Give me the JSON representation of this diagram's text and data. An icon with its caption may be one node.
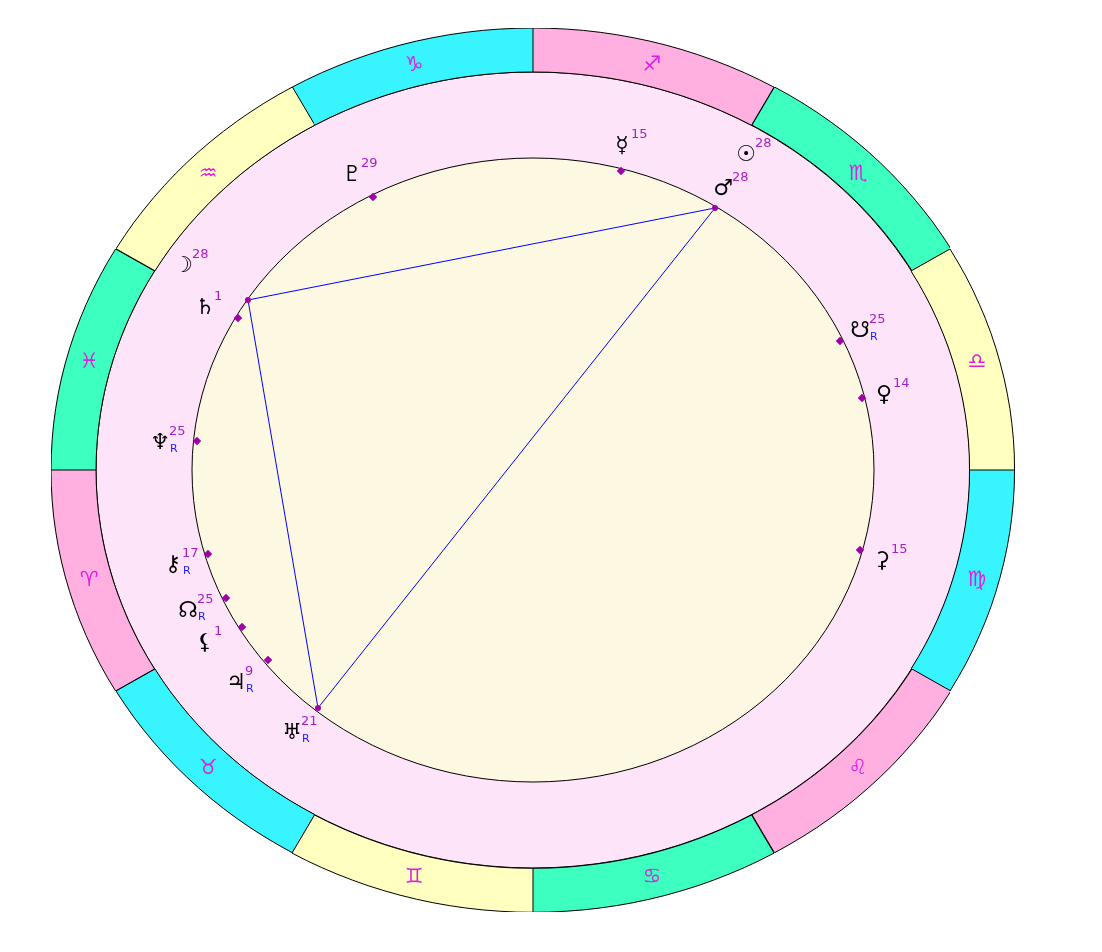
{
  "diagram": {
    "nodes": [
      {
        "text": [
          "♑"
        ]
      },
      {
        "text": [
          "♐"
        ]
      },
      {
        "text": [
          "♒"
        ]
      },
      {
        "text": [
          "♏"
        ]
      },
      {
        "text": [
          "♓"
        ]
      },
      {
        "text": [
          "♎"
        ]
      },
      {
        "text": [
          "♈"
        ]
      },
      {
        "text": [
          "♍"
        ]
      },
      {
        "text": [
          "♉"
        ]
      },
      {
        "text": [
          "♌"
        ]
      },
      {
        "text": [
          "♊"
        ]
      },
      {
        "text": [
          "♋"
        ]
      },
      {
        "text": [
          "♇",
          "29"
        ]
      },
      {
        "text": [
          "☿",
          "15"
        ]
      },
      {
        "text": [
          "☉",
          "28"
        ]
      },
      {
        "text": [
          "♂",
          "28"
        ]
      },
      {
        "text": [
          "☽",
          "28"
        ]
      },
      {
        "text": [
          "♄",
          "1"
        ]
      },
      {
        "text": [
          "☋",
          "25",
          "R"
        ]
      },
      {
        "text": [
          "♀",
          "14"
        ]
      },
      {
        "text": [
          "♆",
          "25",
          "R"
        ]
      },
      {
        "text": [
          "⚳",
          "15"
        ]
      },
      {
        "text": [
          "⚷",
          "17",
          "R"
        ]
      },
      {
        "text": [
          "☊",
          "25",
          "R"
        ]
      },
      {
        "text": [
          "⚸",
          "1"
        ]
      },
      {
        "text": [
          "♃",
          "9",
          "R"
        ]
      },
      {
        "text": [
          "♅",
          "21",
          "R"
        ]
      },
      {
        "text": [],
        "shape": "circle"
      },
      {
        "text": [],
        "shape": "circle"
      },
      {
        "text": [],
        "shape": "circle"
      }
    ],
    "edges": [
      {
        "from": 27,
        "to": 28,
        "arrow": "none"
      },
      {
        "from": 27,
        "to": 29,
        "arrow": "none"
      },
      {
        "from": 29,
        "to": 28,
        "arrow": "none"
      }
    ]
  }
}
